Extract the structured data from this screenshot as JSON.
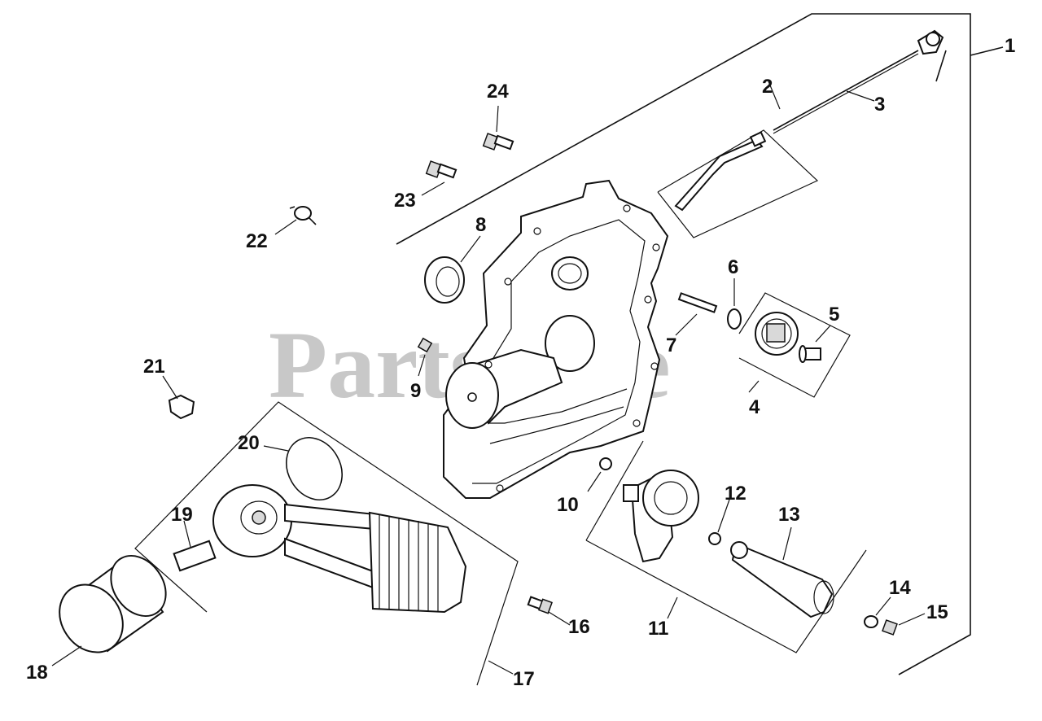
{
  "watermark": "PartsTree",
  "callouts": [
    {
      "id": "1",
      "label": "1"
    },
    {
      "id": "2",
      "label": "2"
    },
    {
      "id": "3",
      "label": "3"
    },
    {
      "id": "4",
      "label": "4"
    },
    {
      "id": "5",
      "label": "5"
    },
    {
      "id": "6",
      "label": "6"
    },
    {
      "id": "7",
      "label": "7"
    },
    {
      "id": "8",
      "label": "8"
    },
    {
      "id": "9",
      "label": "9"
    },
    {
      "id": "10",
      "label": "10"
    },
    {
      "id": "11",
      "label": "11"
    },
    {
      "id": "12",
      "label": "12"
    },
    {
      "id": "13",
      "label": "13"
    },
    {
      "id": "14",
      "label": "14"
    },
    {
      "id": "15",
      "label": "15"
    },
    {
      "id": "16",
      "label": "16"
    },
    {
      "id": "17",
      "label": "17"
    },
    {
      "id": "18",
      "label": "18"
    },
    {
      "id": "19",
      "label": "19"
    },
    {
      "id": "20",
      "label": "20"
    },
    {
      "id": "21",
      "label": "21"
    },
    {
      "id": "22",
      "label": "22"
    },
    {
      "id": "23",
      "label": "23"
    },
    {
      "id": "24",
      "label": "24"
    }
  ]
}
